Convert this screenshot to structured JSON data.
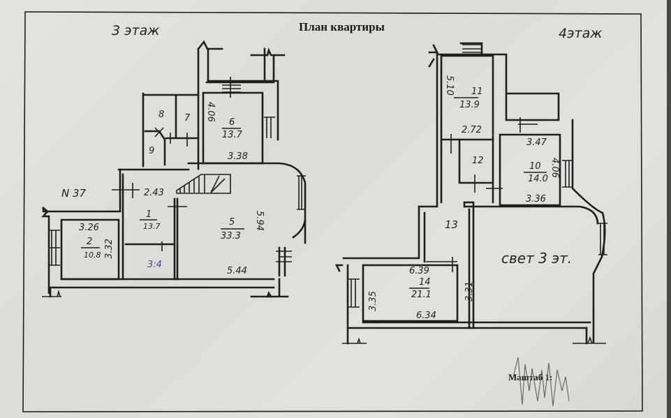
{
  "title": "План квартиры",
  "floor_left": {
    "label": "3 этаж"
  },
  "floor_right": {
    "label": "4этаж"
  },
  "apartment_number": "N 37",
  "scale_label": "Маштаб 1:",
  "rooms": [
    {
      "number": "1",
      "area": "13.7"
    },
    {
      "number": "2",
      "area": "10.8"
    },
    {
      "number": "5",
      "area": "33.3"
    },
    {
      "number": "6",
      "area": "13.7"
    },
    {
      "number": "7",
      "area": ""
    },
    {
      "number": "8",
      "area": ""
    },
    {
      "number": "9",
      "area": ""
    },
    {
      "number": "10",
      "area": "14.0"
    },
    {
      "number": "11",
      "area": "13.9"
    },
    {
      "number": "12",
      "area": ""
    },
    {
      "number": "13",
      "area": ""
    },
    {
      "number": "14",
      "area": "21.1"
    }
  ],
  "dimensions": {
    "r1_top": "2.43",
    "r2_top": "3.26",
    "r2_side": "3.32",
    "r3_handwritten": "3:4",
    "r5_side": "5.94",
    "r5_bottom": "5.44",
    "r6_side": "4.06",
    "r6_bottom": "3.38",
    "r11_side": "5.10",
    "r11_bottom": "2.72",
    "r10_top": "3.47",
    "r10_side": "4.06",
    "r10_bottom": "3.36",
    "r14_top": "6.39",
    "r14_left": "3.35",
    "r14_right": "3.31",
    "r14_bottom": "6.34"
  },
  "annotations": {
    "void": "свет 3 эт."
  },
  "colors": {
    "ink": "#1e1e1e",
    "handwriting_blue": "#4a4a8c",
    "paper": "#e2e1de"
  }
}
